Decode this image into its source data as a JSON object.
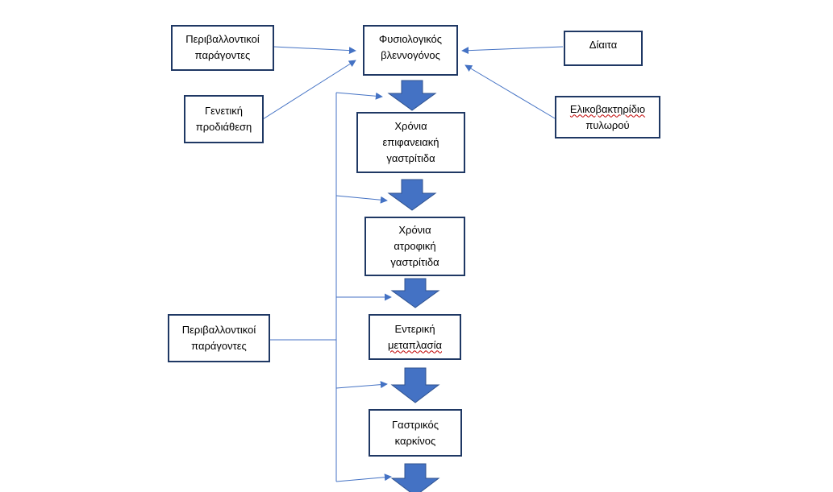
{
  "colors": {
    "box_border": "#1f3864",
    "block_arrow_fill": "#4472c4",
    "block_arrow_stroke": "#2f528f",
    "connector": "#4472c4",
    "spellcheck_underline": "#c00000"
  },
  "boxes": {
    "env_factors_top": [
      "Περιβαλλοντικοί",
      "παράγοντες"
    ],
    "physiological_mucosa": [
      "Φυσιολογικός",
      "βλεννογόνος"
    ],
    "diet": [
      "Δίαιτα"
    ],
    "genetic_predisposition": [
      "Γενετική",
      "προδιάθεση"
    ],
    "helicobacter": [
      "Ελικοβακτηρίδιο",
      "πυλωρού"
    ],
    "chronic_superficial_gastritis": [
      "Χρόνια",
      "επιφανειακή",
      "γαστρίτιδα"
    ],
    "chronic_atrophic_gastritis": [
      "Χρόνια",
      "ατροφική",
      "γαστρίτιδα"
    ],
    "intestinal_metaplasia": [
      "Εντερική",
      "μεταπλασία"
    ],
    "env_factors_bottom": [
      "Περιβαλλοντικοί",
      "παράγοντες"
    ],
    "gastric_cancer": [
      "Γαστρικός",
      "καρκίνος"
    ]
  }
}
